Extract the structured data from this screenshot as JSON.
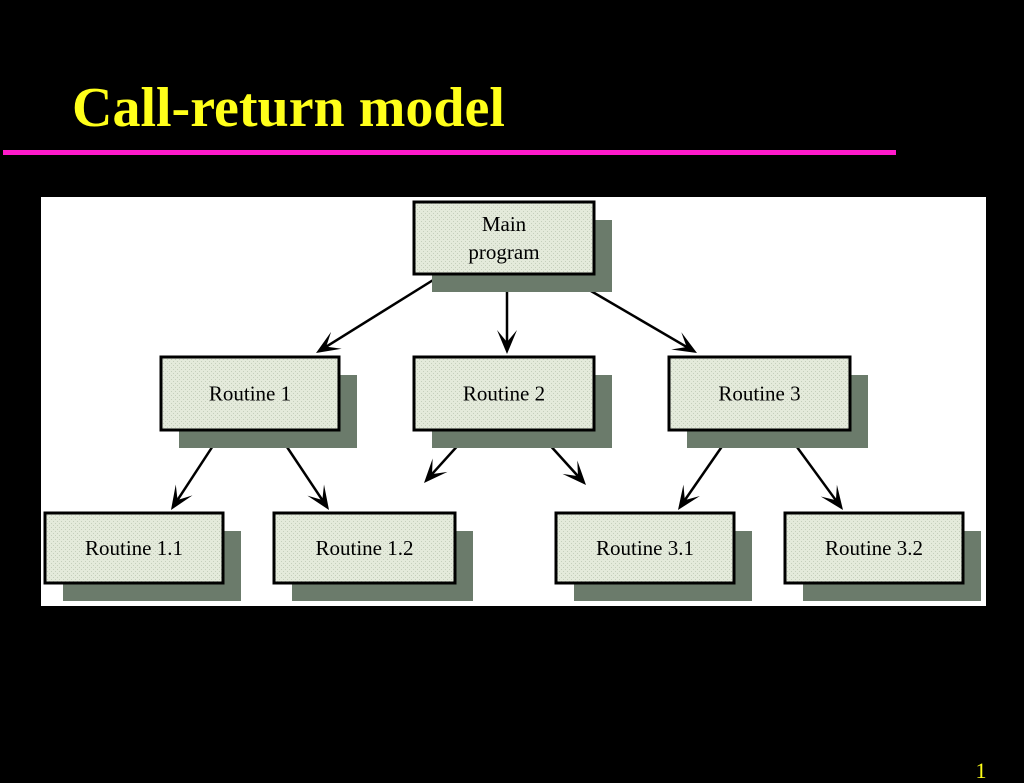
{
  "slide": {
    "title": "Call-return model",
    "page_number": "1"
  },
  "colors": {
    "background": "#000000",
    "title": "#ffff1a",
    "rule": "#ff1acb",
    "diagram_background": "#ffffff",
    "node_fill": "#e4eadb",
    "node_shadow": "#6b7b6b",
    "node_border": "#000000"
  },
  "diagram": {
    "nodes": {
      "main": [
        "Main",
        "program"
      ],
      "r1": [
        "Routine 1"
      ],
      "r2": [
        "Routine 2"
      ],
      "r3": [
        "Routine 3"
      ],
      "r11": [
        "Routine 1.1"
      ],
      "r12": [
        "Routine 1.2"
      ],
      "r31": [
        "Routine 3.1"
      ],
      "r32": [
        "Routine 3.2"
      ]
    },
    "calls": [
      {
        "from": "main",
        "to": "r1"
      },
      {
        "from": "main",
        "to": "r2"
      },
      {
        "from": "main",
        "to": "r3"
      },
      {
        "from": "r1",
        "to": "r11"
      },
      {
        "from": "r1",
        "to": "r12"
      },
      {
        "from": "r2",
        "to": null
      },
      {
        "from": "r2",
        "to": null
      },
      {
        "from": "r3",
        "to": "r31"
      },
      {
        "from": "r3",
        "to": "r32"
      }
    ]
  }
}
